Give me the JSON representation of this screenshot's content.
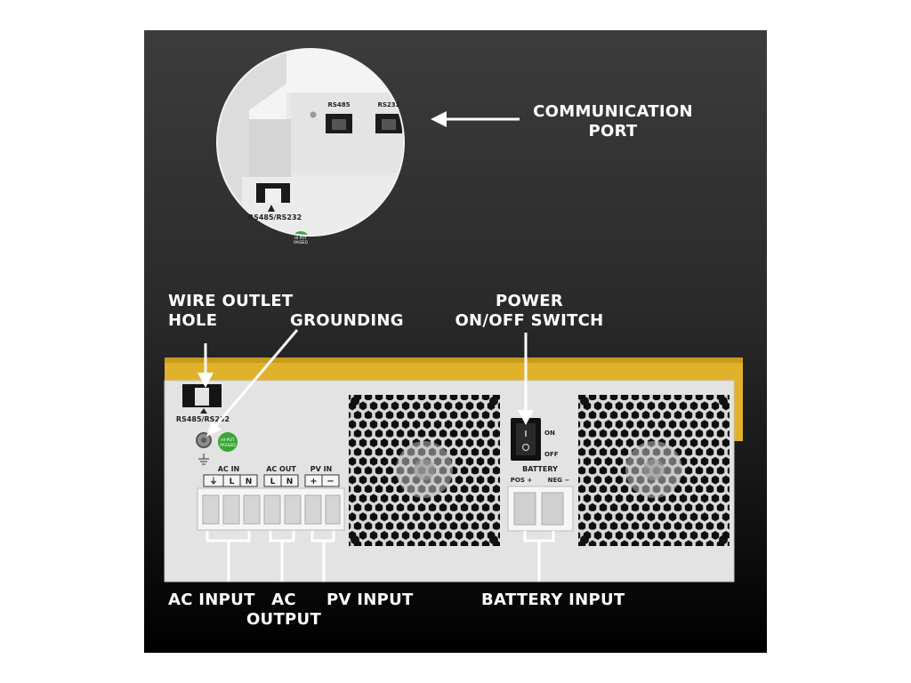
{
  "labels": {
    "communication_port": [
      "COMMUNICATION",
      "PORT"
    ],
    "wire_outlet_hole": [
      "WIRE OUTLET",
      "HOLE"
    ],
    "grounding": "GROUNDING",
    "power_switch": [
      "POWER",
      "ON/OFF SWITCH"
    ],
    "ac_input": "AC INPUT",
    "ac_output": [
      "AC",
      "OUTPUT"
    ],
    "pv_input": "PV INPUT",
    "battery_input": "BATTERY INPUT"
  },
  "device": {
    "comm_label": "RS485/RS232",
    "ports": [
      "RS485",
      "RS232"
    ],
    "hipot_text": [
      "HI-POT",
      "PASSED"
    ],
    "terminal_groups": [
      {
        "title": "AC IN",
        "cells": [
          "⏚",
          "L",
          "N"
        ]
      },
      {
        "title": "AC OUT",
        "cells": [
          "L",
          "N"
        ]
      },
      {
        "title": "PV IN",
        "cells": [
          "+",
          "−"
        ]
      }
    ],
    "battery_title": "BATTERY",
    "battery_pos": "POS +",
    "battery_neg": "NEG −",
    "switch_on": "ON",
    "switch_off": "OFF"
  },
  "colors": {
    "housing_accent": "#e0b22c",
    "panel_face": "#e3e3e3",
    "background": "#2a2a2a"
  }
}
